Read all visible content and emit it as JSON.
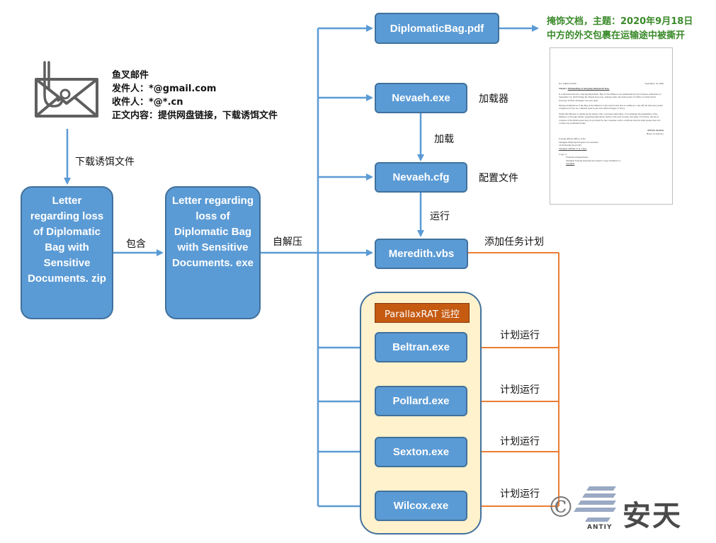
{
  "email": {
    "title": "鱼叉邮件",
    "sender": "发件人：*@gmail.com",
    "recipient": "收件人：*@*.cn",
    "body": "正文内容：提供网盘链接，下载诱饵文件"
  },
  "nodes": {
    "zip": "Letter regarding loss of Diplomatic Bag with Sensitive Documents. zip",
    "exe": "Letter regarding loss of Diplomatic Bag with Sensitive Documents. exe",
    "pdf": "DiplomaticBag.pdf",
    "nevaeh_exe": "Nevaeh.exe",
    "nevaeh_cfg": "Nevaeh.cfg",
    "meredith": "Meredith.vbs",
    "beltran": "Beltran.exe",
    "pollard": "Pollard.exe",
    "sexton": "Sexton.exe",
    "wilcox": "Wilcox.exe",
    "rat_group": "ParallaxRAT 远控"
  },
  "edges": {
    "download": "下载诱饵文件",
    "contains": "包含",
    "self_extract": "自解压",
    "loader": "加载器",
    "load": "加载",
    "config_file": "配置文件",
    "run": "运行",
    "add_task": "添加任务计划",
    "scheduled_1": "计划运行",
    "scheduled_2": "计划运行",
    "scheduled_3": "计划运行",
    "scheduled_4": "计划运行"
  },
  "decoy": {
    "line1": "掩饰文档，主题：2020年9月18日",
    "line2": "中方的外交包裹在运输途中被撕开"
  },
  "document_thumbnail": {
    "ref": "No. Admin 9/2020",
    "date": "September 16, 2020",
    "subject_label": "Subject:",
    "subject": "Mishandling of Outgoing Diplomatic Bag.",
    "para1": "It is informed that the outgoing Diplomatic Bag of this Mission was mishandled by the Chinese authorities on September 16, 2020 during the dispatch process. Among other, the mail packet of Office of Chief Naval Overseer (CNO), Shanghai was torn open.",
    "para2": "During examination of the Bag in the Mission, it has been found that, in addition to the official mail, the packet comprised of few tea, children used books and official badges of Navy.",
    "para3": "While this Mission is taking up the matter with concerned authorities, it is reminded that guidelines of the Ministry of Foreign Affairs regarding Diplomatic mail be followed in letter and spirit. For future, the list of contents of the Mail packet may be provided by the Consulate with a certificate that the mail packet does not contain any prohibited items.",
    "signatory": "(Parbat Ayesha)",
    "signatory_title": "Head of Chancery",
    "addr1": "Foreign Affairs Office of the",
    "addr2": "Shanghai Municipal People's Government",
    "addr3": "1418 Nanjing Road (W)",
    "addr4": "Shanghai 200040, P. R. China",
    "copy_label": "Copy to:",
    "copy1": "Production Department,",
    "copy2": "Shanghai Pudong International Airport Cargo Terminal Co.",
    "copy3": "Shanghai"
  },
  "brand": {
    "symbol": "©",
    "name": "安天",
    "sub": "ANTIY"
  },
  "colors": {
    "node_fill": "#5b9bd5",
    "node_border": "#41719c",
    "arrow_blue": "#5b9bd5",
    "arrow_orange": "#ed7d31",
    "rat_tag": "#c55a11",
    "panel_fill": "#fff2cc",
    "decoy_text": "#3a8a2a"
  }
}
